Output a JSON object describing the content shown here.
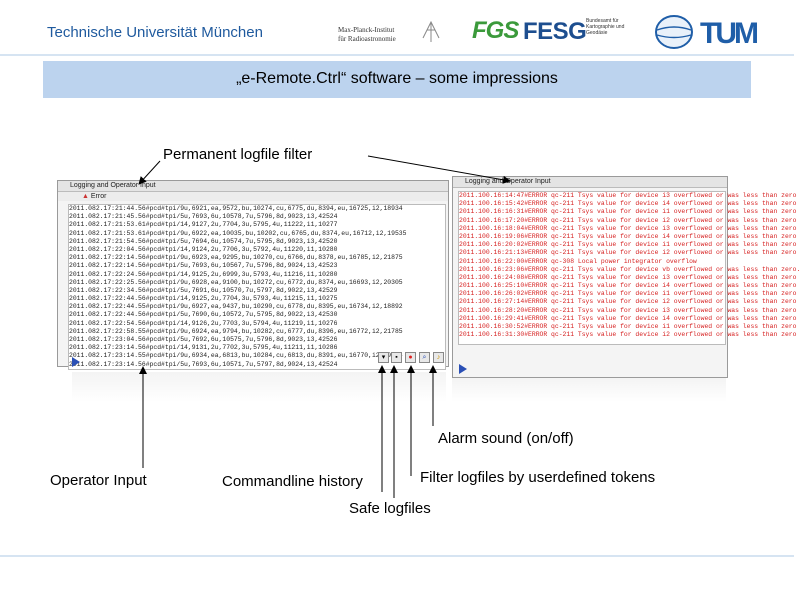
{
  "header": {
    "university": "Technische Universität München",
    "mpi_line1": "Max-Planck-Institut",
    "mpi_line2": "für Radioastronomie",
    "fgs": "FGS",
    "fesg": "FESG",
    "bkg_line1": "Bundesamt für",
    "bkg_line2": "Kartographie und Geodäsie",
    "tum": "TUM"
  },
  "banner": {
    "title": "„e-Remote.Ctrl“ software – some impressions"
  },
  "callouts": {
    "permanent_filter": "Permanent logfile filter",
    "alarm_sound": "Alarm sound (on/off)",
    "operator_input": "Operator Input",
    "commandline_history": "Commandline history",
    "filter_tokens": "Filter logfiles by userdefined tokens",
    "safe_logfiles": "Safe logfiles"
  },
  "left_window": {
    "title": "Logging and Operator Input",
    "filter_label": "Error",
    "lines": [
      "2011.082.17:21:44.56#pcd#tpi/9u,6921,ea,9572,bu,10274,cu,6775,du,8394,eu,16725,i2,18934",
      "2011.082.17:21:45.56#pcd#tpi/5u,7693,6u,10578,7u,5796,8d,9023,i3,42524",
      "2011.082.17:21:53.61#pcd#tpi/14,9127,2u,7704,3u,5795,4u,11222,i1,10277",
      "2011.082.17:21:53.61#pcd#tpi/9u,6922,ea,10035,bu,10202,cu,6765,du,8374,eu,16712,i2,19535",
      "2011.082.17:21:54.56#pcd#tpi/5u,7694,6u,10574,7u,5795,8d,9023,i3,42520",
      "2011.082.17:22:04.56#pcd#tpi/14,9124,2u,7706,3u,5792,4u,11220,i1,10280",
      "2011.082.17:22:14.56#pcd#tpi/9u,6923,ea,9295,bu,10270,cu,6766,du,8378,eu,16785,i2,21875",
      "2011.082.17:22:14.56#pcd#tpi/5u,7693,6u,10567,7u,5796,8d,9024,i3,42523",
      "2011.082.17:22:24.56#pcd#tpi/14,9125,2u,6999,3u,5793,4u,11216,i1,10280",
      "2011.082.17:22:25.56#pcd#tpi/9u,6928,ea,9100,bu,10272,cu,6772,du,8374,eu,16693,i2,20305",
      "2011.082.17:22:34.56#pcd#tpi/5u,7691,6u,10570,7u,5797,8d,9022,i3,42529",
      "2011.082.17:22:44.56#pcd#tpi/14,9125,2u,7704,3u,5793,4u,11215,i1,10275",
      "2011.082.17:22:44.55#pcd#tpi/9u,6927,ea,9437,bu,10290,cu,6778,du,8395,eu,16734,i2,18892",
      "2011.082.17:22:44.56#pcd#tpi/5u,7690,6u,10572,7u,5795,8d,9022,i3,42530",
      "2011.082.17:22:54.56#pcd#tpi/14,9126,2u,7703,3u,5794,4u,11219,i1,10276",
      "2011.082.17:22:58.55#pcd#tpi/9u,6924,ea,9794,bu,10282,cu,6777,du,8396,eu,16772,i2,21785",
      "2011.082.17:23:04.56#pcd#tpi/5u,7692,6u,10575,7u,5796,8d,9023,i3,42526",
      "2011.082.17:23:14.56#pcd#tpi/14,9131,2u,7702,3u,5795,4u,11211,i1,10286",
      "2011.082.17:23:14.55#pcd#tpi/9u,6934,ea,6813,bu,10284,cu,6813,du,8391,eu,16770,i2,19774",
      "2011.082.17:23:14.56#pcd#tpi/5u,7693,6u,10571,7u,5797,8d,9024,i3,42524"
    ]
  },
  "right_window": {
    "title": "Logging and Operator Input",
    "lines": [
      "2011.100.16:14:47#ERROR qc-211 Tsys value for device i3 overflowed or was less than zero",
      "2011.100.16:15:42#ERROR qc-211 Tsys value for device i4 overflowed or was less than zero",
      "2011.100.16:16:31#ERROR qc-211 Tsys value for device i1 overflowed or was less than zero",
      "2011.100.16:17:20#ERROR qc-211 Tsys value for device i2 overflowed or was less than zero",
      "2011.100.16:18:04#ERROR qc-211 Tsys value for device i3 overflowed or was less than zero",
      "2011.100.16:19:06#ERROR qc-211 Tsys value for device i4 overflowed or was less than zero",
      "2011.100.16:20:02#ERROR qc-211 Tsys value for device i1 overflowed or was less than zero",
      "2011.100.16:21:13#ERROR qc-211 Tsys value for device i2 overflowed or was less than zero",
      "2011.100.16:22:00#ERROR qc-308 Local power integrator overflow",
      "2011.100.16:23:06#ERROR qc-211 Tsys value for device vb overflowed or was less than zero.",
      "2011.100.16:24:08#ERROR qc-211 Tsys value for device i3 overflowed or was less than zero",
      "2011.100.16:25:10#ERROR qc-211 Tsys value for device i4 overflowed or was less than zero",
      "2011.100.16:26:02#ERROR qc-211 Tsys value for device i1 overflowed or was less than zero",
      "2011.100.16:27:14#ERROR qc-211 Tsys value for device i2 overflowed or was less than zero",
      "2011.100.16:28:20#ERROR qc-211 Tsys value for device i3 overflowed or was less than zero",
      "2011.100.16:29:41#ERROR qc-211 Tsys value for device i4 overflowed or was less than zero",
      "2011.100.16:30:52#ERROR qc-211 Tsys value for device i1 overflowed or was less than zero",
      "2011.100.16:31:30#ERROR qc-211 Tsys value for device i2 overflowed or was less than zero"
    ]
  }
}
